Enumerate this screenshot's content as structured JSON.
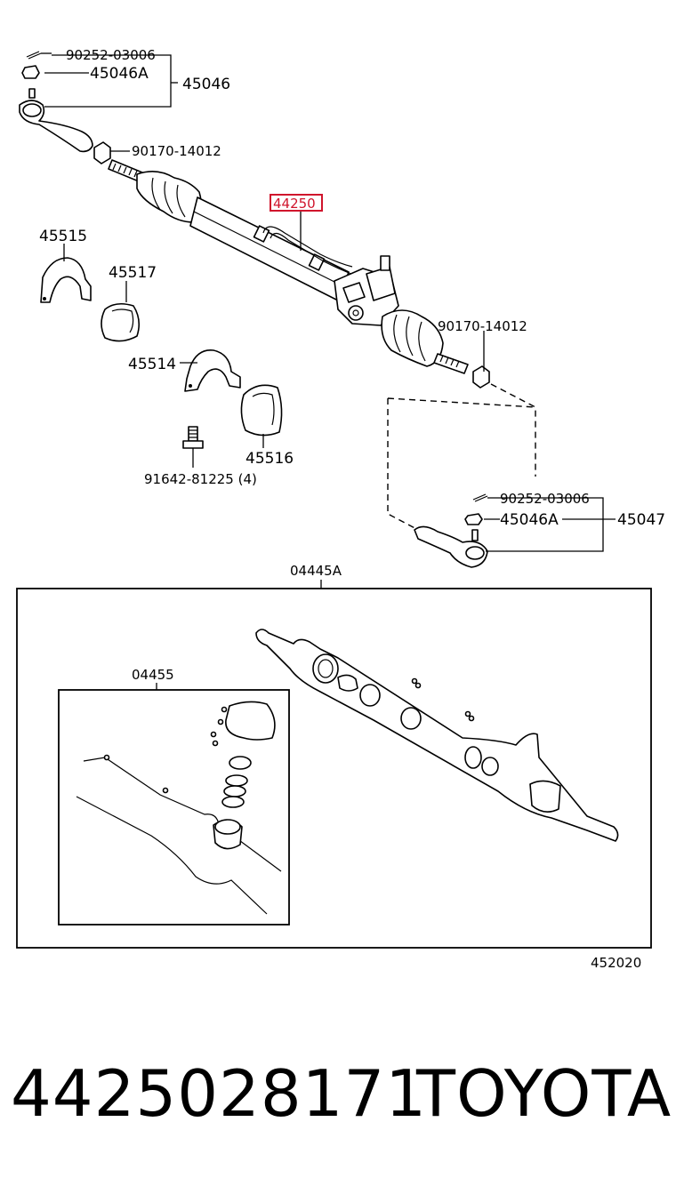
{
  "diagram": {
    "labels": {
      "l90252_top": "90252-03006",
      "l45046A": "45046A",
      "l45046": "45046",
      "l90170_top": "90170-14012",
      "l44250": "44250",
      "l45515": "45515",
      "l45517": "45517",
      "l90170_right": "90170-14012",
      "l45514": "45514",
      "l45516": "45516",
      "l91642": "91642-81225 (4)",
      "l90252_right": "90252-03006",
      "l45046A_right": "45046A",
      "l45047": "45047",
      "l04445A": "04445A",
      "l04455": "04455",
      "l452020": "452020"
    },
    "highlight_color": "#d0142c"
  },
  "footer": {
    "part_number": "4425028171",
    "brand": "TOYOTA"
  }
}
